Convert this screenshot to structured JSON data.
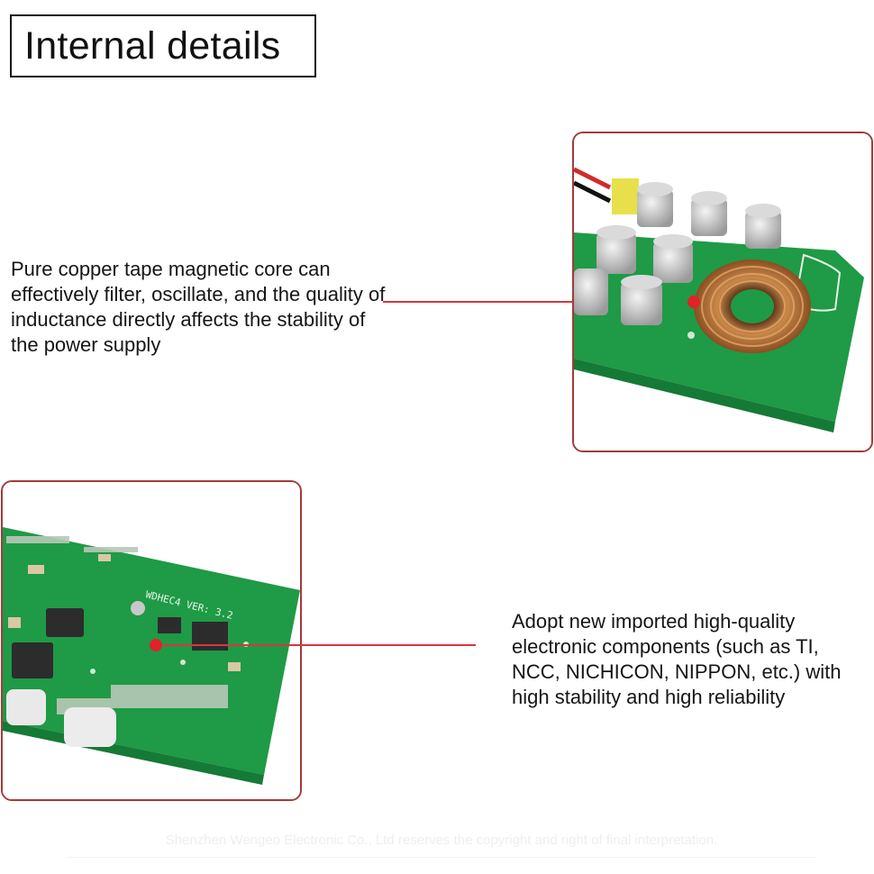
{
  "header": {
    "title": "Internal details"
  },
  "features": [
    {
      "text": "Pure copper tape magnetic core can effectively filter, oscillate, and the quality of inductance directly affects the stability of the power supply"
    },
    {
      "text": "Adopt new imported high-quality electronic components (such as TI, NCC, NICHICON, NIPPON, etc.) with high stability and high reliability"
    }
  ],
  "board": {
    "silkscreen": "WDHEC4 VER: 3.2"
  },
  "footer": {
    "text": "Shenzhen Wengeo Electronic Co., Ltd reserves the copyright and right of final interpretation."
  },
  "colors": {
    "accent": "#e0222a",
    "frame": "#a43a3a",
    "pcb": "#1f9a46"
  }
}
